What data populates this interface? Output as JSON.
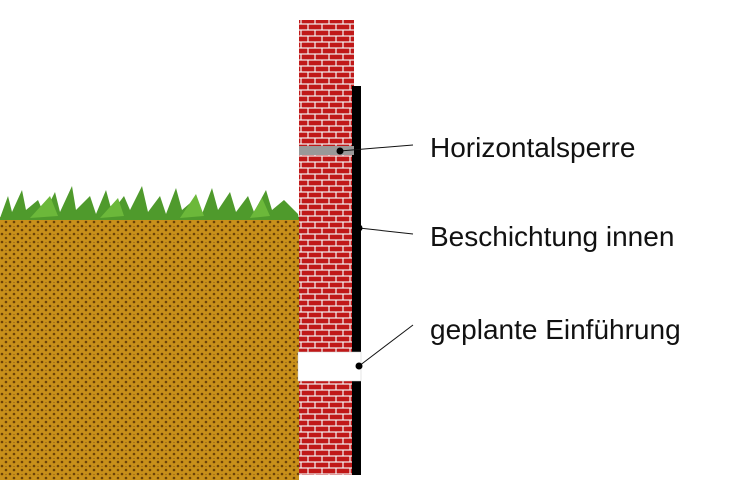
{
  "labels": {
    "damp_course": "Horizontalsperre",
    "inner_coating": "Beschichtung innen",
    "planned_entry": "geplante Einführung"
  },
  "colors": {
    "soil": "#c8901a",
    "soil_speckle": "#6b4208",
    "brick": "#c01818",
    "mortar": "#f3f3f3",
    "grass": "#4f9a2c",
    "damp_course": "#999999",
    "coating": "#000000",
    "leader": "#111111"
  }
}
